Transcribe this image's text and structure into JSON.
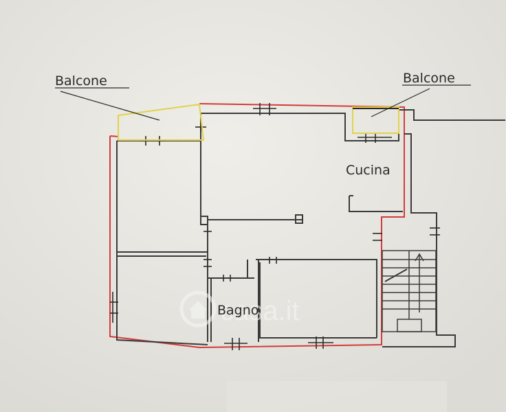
{
  "labels": {
    "balcony_left": "Balcone",
    "balcony_right": "Balcone",
    "kitchen": "Cucina",
    "bathroom": "Bagno"
  },
  "watermark": {
    "text": "casa.it"
  },
  "colors": {
    "paper": "#ecebe6",
    "wall": "#3a3a3a",
    "outline": "#d23b3b",
    "balcony": "#e3d24a"
  }
}
